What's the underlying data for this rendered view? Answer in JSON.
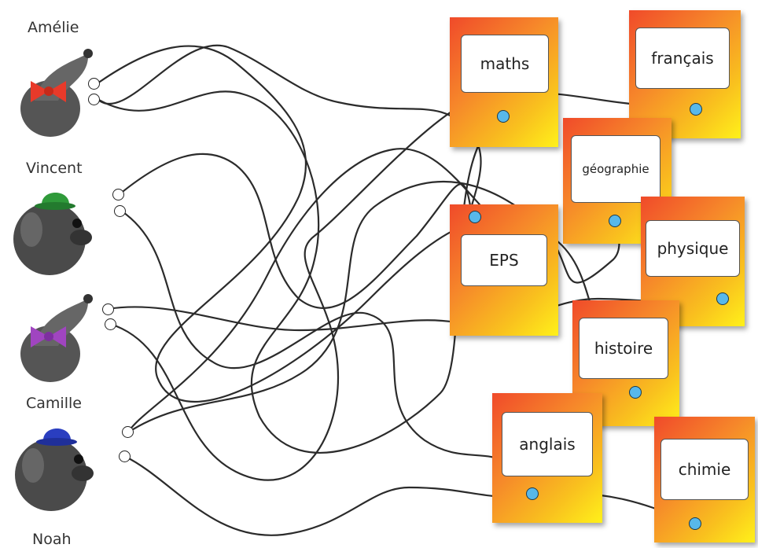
{
  "students": [
    {
      "name": "Amélie",
      "hat": "bow",
      "hat_color": "#e83a2a"
    },
    {
      "name": "Vincent",
      "hat": "round",
      "hat_color": "#2f9a3a"
    },
    {
      "name": "Camille",
      "hat": "bow",
      "hat_color": "#a045c0"
    },
    {
      "name": "Noah",
      "hat": "round",
      "hat_color": "#2a3ec0"
    }
  ],
  "subjects": {
    "maths": "maths",
    "francais": "français",
    "geographie": "géographie",
    "eps": "EPS",
    "physique": "physique",
    "histoire": "histoire",
    "anglais": "anglais",
    "chimie": "chimie"
  },
  "colors": {
    "card_gradient_start": "#f04a2a",
    "card_gradient_end": "#fff11a",
    "dot": "#58b8ea",
    "string": "#2b2b2b"
  }
}
